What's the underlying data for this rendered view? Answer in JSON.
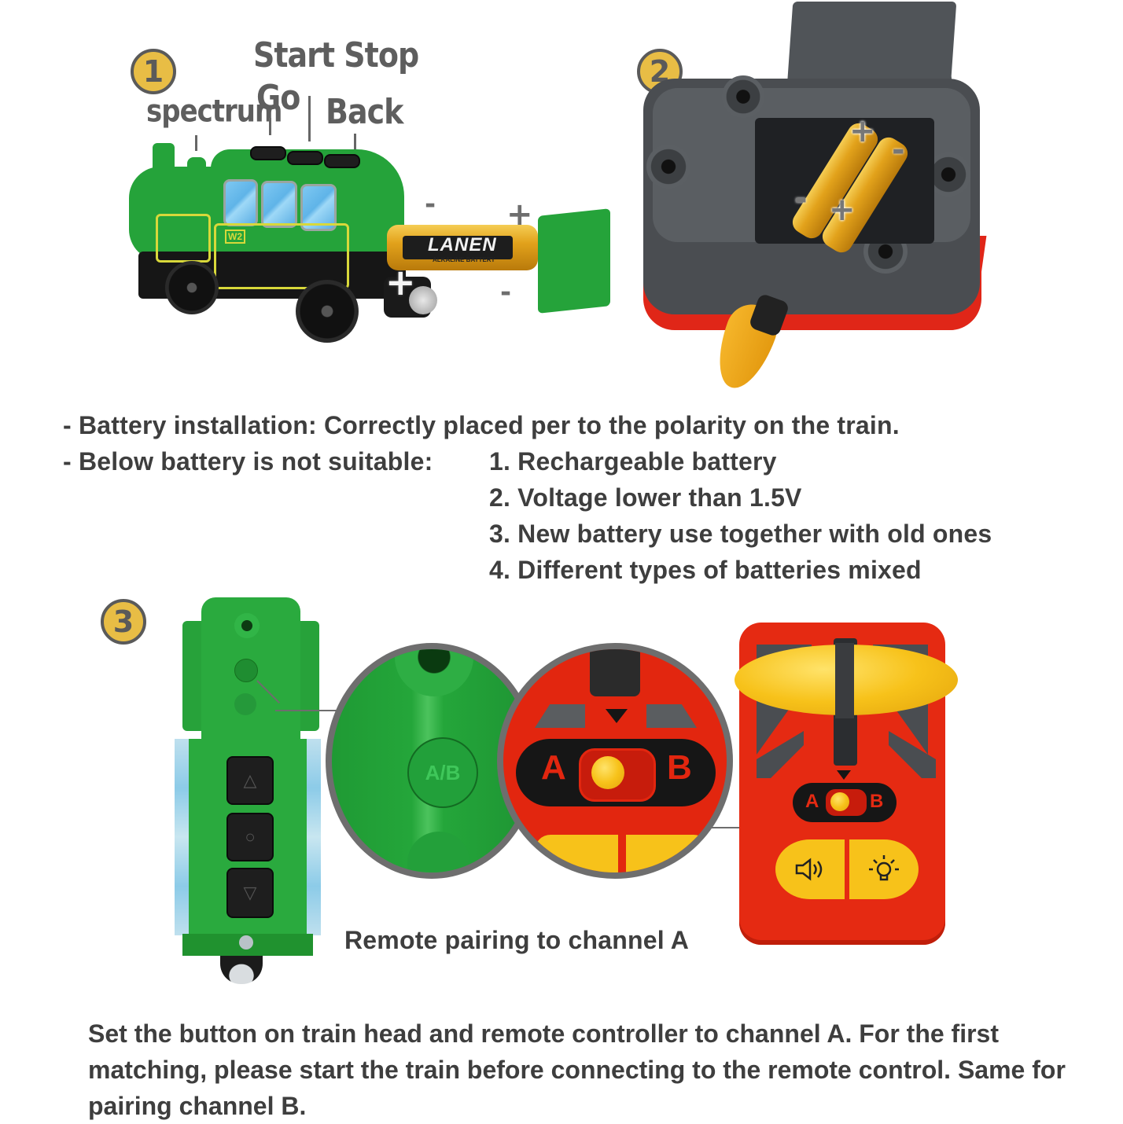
{
  "step1": {
    "badge": "1",
    "callouts": {
      "spectrum": "spectrum",
      "start_stop": "Start Stop",
      "go": "Go",
      "back": "Back"
    },
    "train_label": "W2",
    "battery_brand": "LANEN",
    "battery_type": "ALKALINE BATTERY",
    "polarity": {
      "minus_top": "-",
      "plus_top": "+",
      "minus_bottom": "-",
      "plus_front": "+"
    }
  },
  "step2": {
    "badge": "2",
    "polarity": {
      "plus_top": "+",
      "minus_right": "-",
      "minus_left": "-",
      "plus_bottom": "+"
    }
  },
  "instructions": {
    "line1": "- Battery installation: Correctly placed per to the polarity on the train.",
    "line2_prefix": "- Below battery is not suitable:",
    "unsuitable": [
      "1. Rechargeable battery",
      "2. Voltage lower than 1.5V",
      "3. New battery use together with old ones",
      "4. Different types of batteries mixed"
    ]
  },
  "step3": {
    "badge": "3",
    "train_switch_label": "A/B",
    "zoom_switch": {
      "a": "A",
      "b": "B"
    },
    "remote_switch": {
      "a": "A",
      "b": "B"
    },
    "remote_buttons": {
      "sound_icon": "speaker-icon",
      "light_icon": "lightbulb-icon"
    },
    "caption": "Remote pairing to channel A"
  },
  "footer": {
    "paragraph": "Set the button on train head and remote controller to channel A. For the first matching, please start the train before connecting to the remote control. Same for pairing channel B."
  },
  "colors": {
    "badge_fill": "#e8bd45",
    "badge_ring": "#5a5a5a",
    "text": "#3e3e3e",
    "train_green": "#25a33a",
    "remote_red": "#e52a12",
    "remote_yellow": "#f7c21a",
    "remote_grey": "#4a4d51"
  }
}
